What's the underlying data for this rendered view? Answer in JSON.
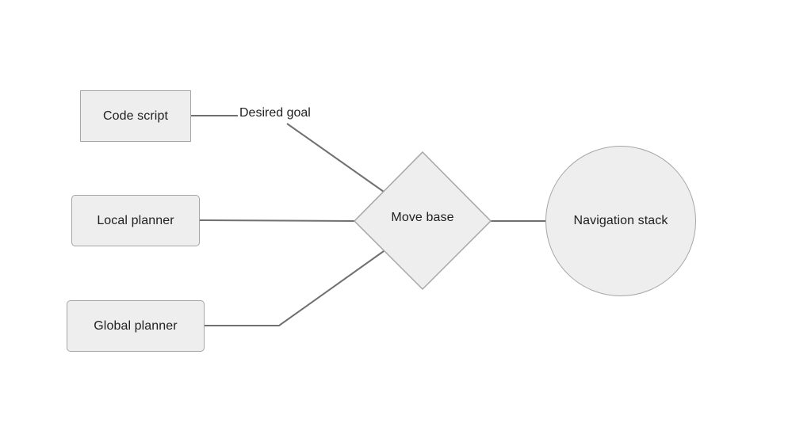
{
  "diagram": {
    "nodes": {
      "code_script": {
        "label": "Code script",
        "shape": "rectangle"
      },
      "local_planner": {
        "label": "Local planner",
        "shape": "rounded-rectangle"
      },
      "global_planner": {
        "label": "Global planner",
        "shape": "rounded-rectangle"
      },
      "move_base": {
        "label": "Move base",
        "shape": "diamond"
      },
      "navigation_stack": {
        "label": "Navigation stack",
        "shape": "circle"
      }
    },
    "edges": [
      {
        "from": "code_script",
        "to": "move_base",
        "label": "Desired goal"
      },
      {
        "from": "local_planner",
        "to": "move_base",
        "label": ""
      },
      {
        "from": "global_planner",
        "to": "move_base",
        "label": ""
      },
      {
        "from": "move_base",
        "to": "navigation_stack",
        "label": ""
      }
    ]
  },
  "colors": {
    "node_fill": "#eeeeee",
    "node_border": "#a6a6a6",
    "edge": "#707070",
    "text": "#202020"
  }
}
